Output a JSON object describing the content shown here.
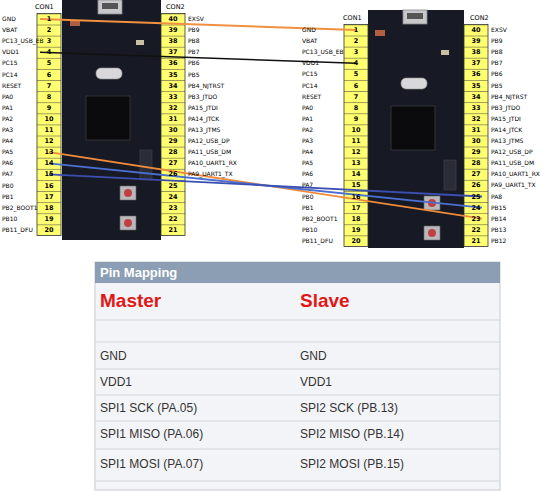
{
  "diagram": {
    "labels": [
      "CON1",
      "CON2",
      "GND",
      "VBAT",
      "PC13_USB_EB",
      "VDD1",
      "PC15",
      "PC14",
      "RESET",
      "PA0",
      "PA1",
      "PA2",
      "PA3",
      "PA4",
      "PA5",
      "PA6",
      "PA7",
      "PB0",
      "PB1",
      "PB2_BOOT1",
      "PB10",
      "PB11_DFU",
      "1",
      "2",
      "3",
      "4",
      "5",
      "6",
      "7",
      "8",
      "9",
      "10",
      "11",
      "12",
      "13",
      "14",
      "15",
      "16",
      "17",
      "18",
      "19",
      "20",
      "40",
      "39",
      "38",
      "37",
      "36",
      "35",
      "34",
      "33",
      "32",
      "31",
      "30",
      "29",
      "28",
      "27",
      "26",
      "25",
      "24",
      "23",
      "22",
      "21",
      "EXSV",
      "PB9",
      "PB8",
      "PB7",
      "PB6",
      "PB5",
      "PB4_NJTRST",
      "PB3_JTDO",
      "PA15_JTDI",
      "PA14_JTCK",
      "PA13_JTMS",
      "PA12_USB_DP",
      "PA11_USB_DM",
      "PA10_UART1_RX",
      "PA9_UART1_TX",
      "CON1",
      "CON2",
      "GND",
      "VBAT",
      "PC13_USB_EB",
      "VDD1",
      "PC15",
      "PC14",
      "RESET",
      "PA0",
      "PA1",
      "PA2",
      "PA3",
      "PA4",
      "PA5",
      "PA6",
      "PA7",
      "PB0",
      "PB1",
      "PB2_BOOT1",
      "PB10",
      "PB11_DFU",
      "1",
      "2",
      "3",
      "4",
      "5",
      "6",
      "7",
      "8",
      "9",
      "10",
      "11",
      "12",
      "13",
      "14",
      "15",
      "16",
      "17",
      "18",
      "19",
      "20",
      "40",
      "39",
      "38",
      "37",
      "36",
      "35",
      "34",
      "33",
      "32",
      "31",
      "30",
      "29",
      "28",
      "27",
      "26",
      "25",
      "24",
      "23",
      "22",
      "21",
      "EXSV",
      "PB9",
      "PB8",
      "PB7",
      "PB6",
      "PB5",
      "PB4_NJTRST",
      "PB3_JTDO",
      "PA15_JTDI",
      "PA14_JTCK",
      "PA13_JTMS",
      "PA12_USB_DP",
      "PA11_USB_DM",
      "PA10_UART1_RX",
      "PA9_UART1_TX",
      "PA8",
      "PB15",
      "PB14",
      "PB13",
      "PB12",
      "Pin Mapping",
      "Master",
      "Slave",
      "GND",
      "GND",
      "VDD1",
      "VDD1",
      "SPI1 SCK (PA.05)",
      "SPI2 SCK (PB.13)",
      "SPI1 MISO (PA.06)",
      "SPI2 MISO (PB.14)",
      "SPI1 MOSI (PA.07)",
      "SPI2 MOSI (PB.15)"
    ]
  }
}
